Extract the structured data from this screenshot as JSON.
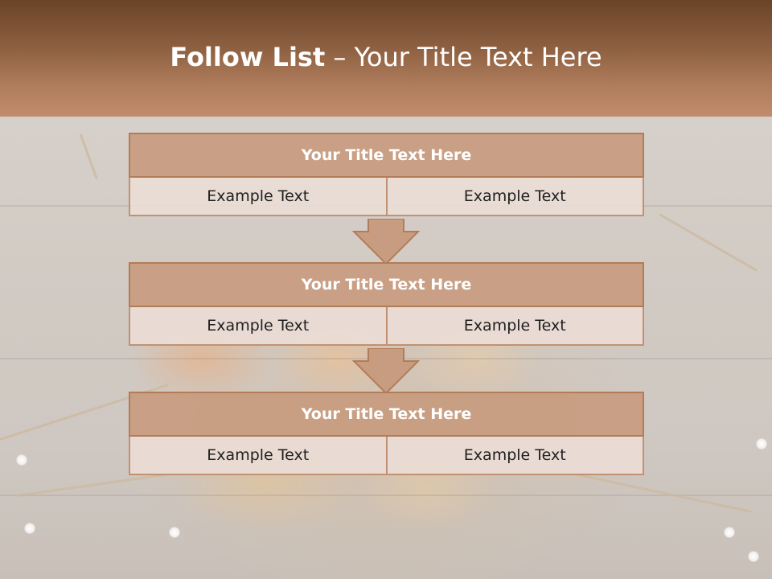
{
  "slide": {
    "title_bold": "Follow List",
    "title_rest": " – Your Title Text Here"
  },
  "steps": [
    {
      "title": "Your Title Text Here",
      "left": "Example Text",
      "right": "Example Text"
    },
    {
      "title": "Your Title Text Here",
      "left": "Example Text",
      "right": "Example Text"
    },
    {
      "title": "Your Title Text Here",
      "left": "Example Text",
      "right": "Example Text"
    }
  ],
  "colors": {
    "header": "#8c5f40",
    "title_box": "#c89c80",
    "cell_box": "#ebddd5",
    "border": "#b37c58"
  },
  "icons": [
    "down-arrow-icon",
    "down-arrow-icon"
  ]
}
